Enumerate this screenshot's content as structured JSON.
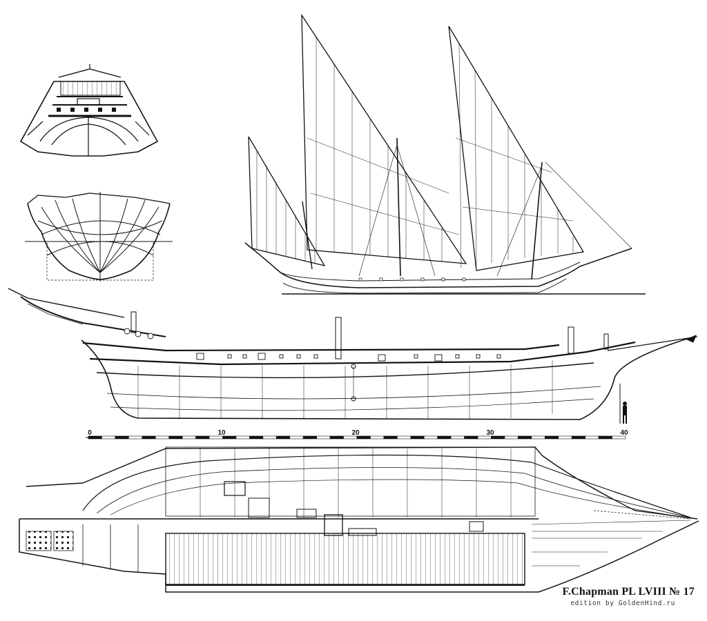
{
  "plate": {
    "title": "F.Chapman PL  LVIII № 17",
    "credit": "edition by GoldenHind.ru"
  },
  "scale": {
    "labels": [
      "0",
      "10",
      "20",
      "30",
      "40"
    ],
    "min": 0,
    "max": 40
  },
  "colors": {
    "ink": "#111111",
    "paper": "#ffffff"
  }
}
